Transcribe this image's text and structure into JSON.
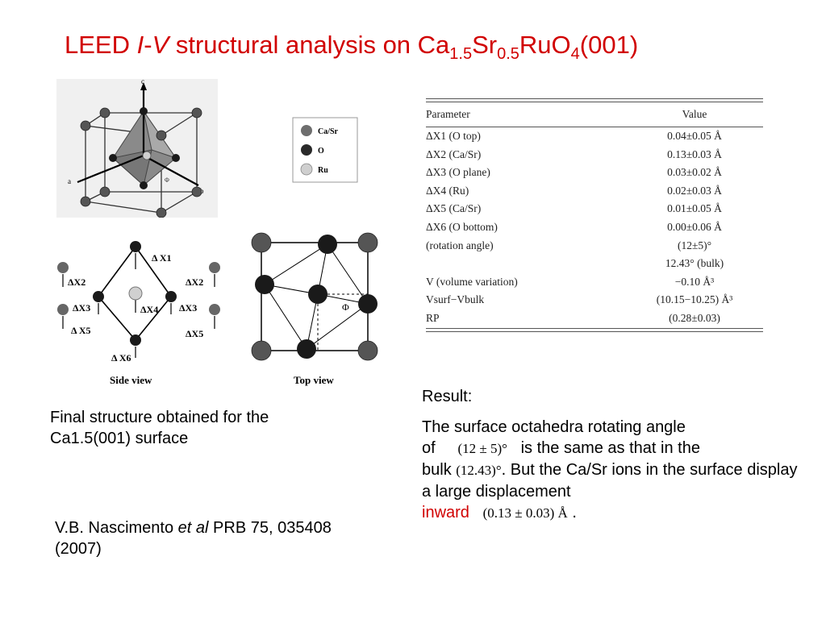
{
  "title": {
    "prefix": "LEED ",
    "iv_i": "I",
    "iv_dash": "-",
    "iv_v": "V",
    "mid": " structural analysis on Ca",
    "sub1": "1.5",
    "sr": "Sr",
    "sub2": "0.5",
    "ruo": "RuO",
    "sub3": "4",
    "suffix": "(001)"
  },
  "figure_3d": {
    "axis_c": "c",
    "axis_a": "a",
    "axis_b": "b",
    "angle": "Φ"
  },
  "legend": {
    "items": [
      {
        "label": "Ca/Sr",
        "color": "#6e6e6e"
      },
      {
        "label": "O",
        "color": "#2a2a2a"
      },
      {
        "label": "Ru",
        "color": "#cfcfcf"
      }
    ]
  },
  "side_view": {
    "labels": {
      "x1": "Δ X1",
      "x2_left": "ΔX2",
      "x2_right": "ΔX2",
      "x3_left": "ΔX3",
      "x3_right": "ΔX3",
      "x4": "ΔX4",
      "x5_left": "Δ X5",
      "x5_right": "ΔX5",
      "x6": "Δ X6"
    },
    "caption": "Side view"
  },
  "top_view": {
    "angle_label": "Φ",
    "caption": "Top view"
  },
  "table": {
    "headers": {
      "parameter": "Parameter",
      "value": "Value"
    },
    "rows": [
      {
        "parameter": "ΔX1 (O top)",
        "value": "0.04±0.05 Å"
      },
      {
        "parameter": "ΔX2 (Ca/Sr)",
        "value": "0.13±0.03 Å"
      },
      {
        "parameter": "ΔX3 (O plane)",
        "value": "0.03±0.02 Å"
      },
      {
        "parameter": "ΔX4 (Ru)",
        "value": "0.02±0.03 Å"
      },
      {
        "parameter": "ΔX5 (Ca/Sr)",
        "value": "0.01±0.05 Å"
      },
      {
        "parameter": "ΔX6 (O bottom)",
        "value": "0.00±0.06 Å"
      },
      {
        "parameter": "(rotation angle)",
        "value": "(12±5)°"
      },
      {
        "parameter": "",
        "value": "12.43°  (bulk)"
      },
      {
        "parameter": "V (volume variation)",
        "value": "−0.10 Å³"
      },
      {
        "parameter": "Vsurf−Vbulk",
        "value": "(10.15−10.25) Å³"
      },
      {
        "parameter": "RP",
        "value": "(0.28±0.03)"
      }
    ]
  },
  "caption": "Final structure obtained for the Ca1.5(001) surface",
  "citation": {
    "pre": "V.B. Nascimento ",
    "etal": "et al",
    "post": " PRB 75, 035408 (2007)"
  },
  "result": {
    "heading": "Result:",
    "line1": "The surface octahedra rotating angle",
    "of_word": "of",
    "eq_angle": "(12 ± 5)°",
    "mid1": "is the same as that in the",
    "bulk_word": "bulk",
    "eq_bulk": "(12.43)°",
    "mid2": ". But the Ca/Sr ions in the surface display a large displacement",
    "inward": "inward",
    "eq_disp": "(0.13 ± 0.03) Å",
    "end": "."
  }
}
